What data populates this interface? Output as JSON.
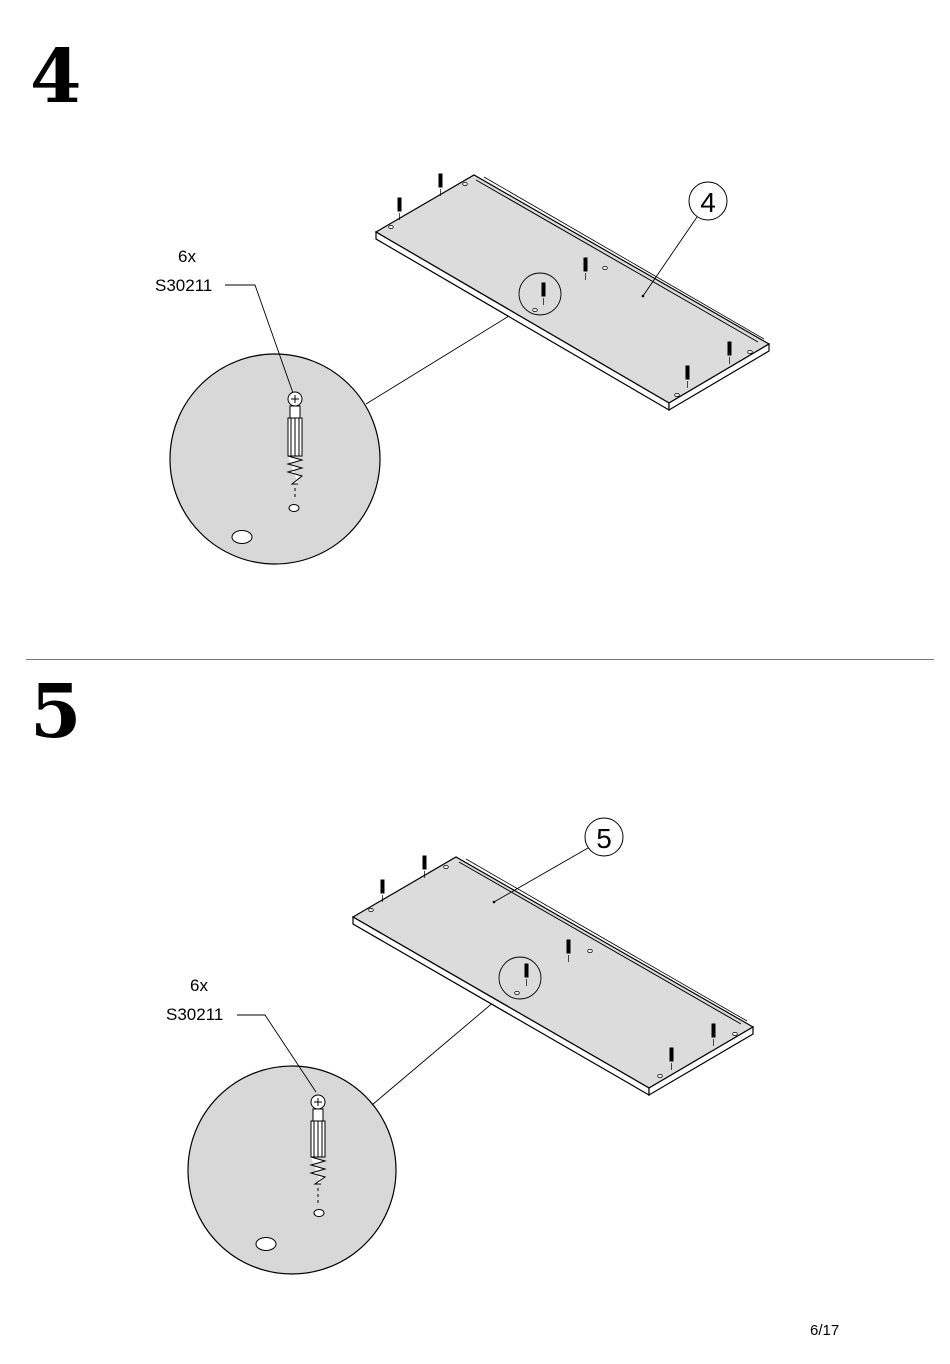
{
  "steps": [
    {
      "number": "4",
      "part_number": "4",
      "quantity": "6x",
      "hardware_code": "S30211"
    },
    {
      "number": "5",
      "part_number": "5",
      "quantity": "6x",
      "hardware_code": "S30211"
    }
  ],
  "page": {
    "number": "6/17"
  },
  "colors": {
    "panel": "#dcdcdc",
    "line": "#000000",
    "divider": "#777777"
  }
}
